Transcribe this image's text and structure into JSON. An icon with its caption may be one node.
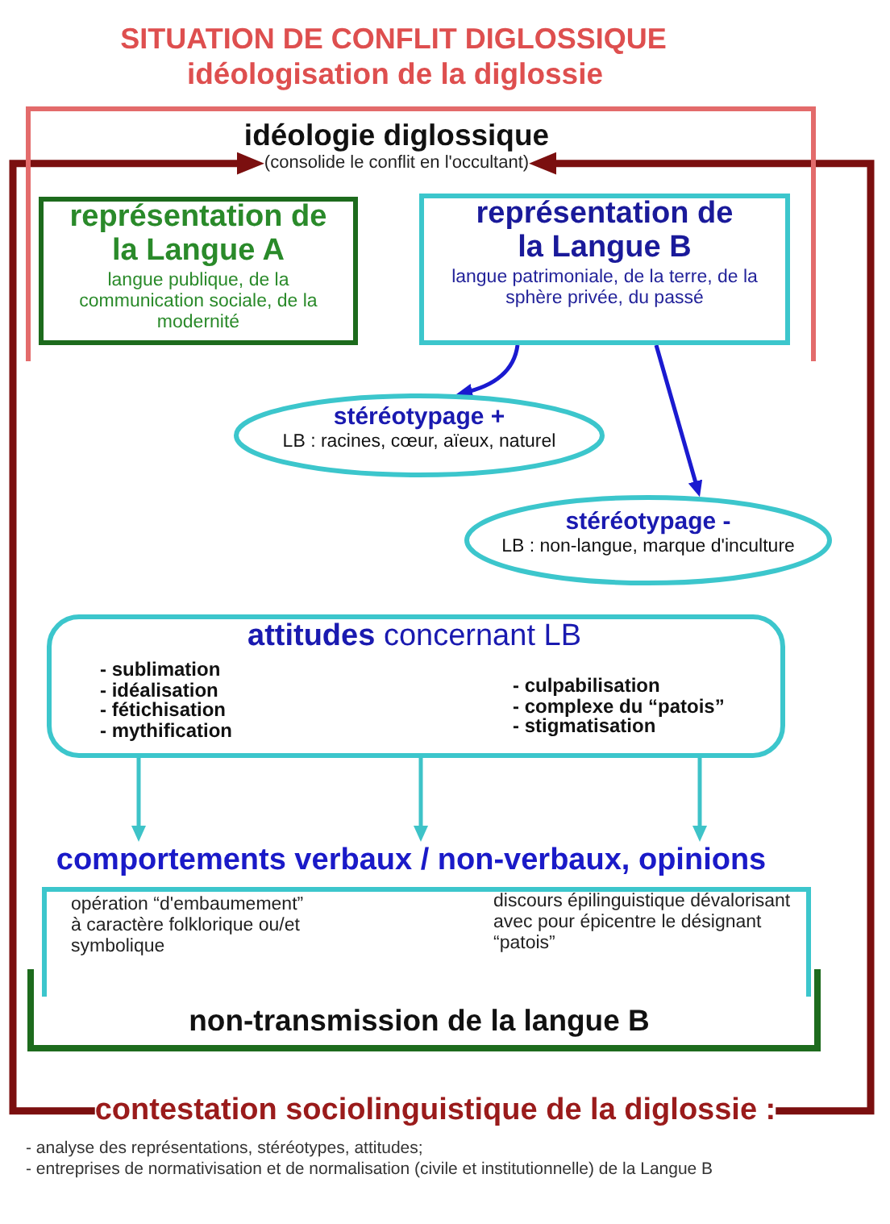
{
  "diagram": {
    "title": "SITUATION DE CONFLIT DIGLOSSIQUE",
    "nodes": [
      {
        "text": [
          "idéologie diglossique",
          "(consolide le conflit en l'occultant)"
        ]
      },
      {
        "text": [
          "représentation de la Langue A",
          "langue publique, de la communication sociale, de la modernité"
        ],
        "in": 0
      },
      {
        "text": [
          "représentation de la Langue B",
          "langue patrimoniale, de la terre, de la sphère privée, du passé"
        ],
        "in": 0
      },
      {
        "text": [
          "stéréotypage +",
          "LB : racines, cœur, aïeux, naturel"
        ]
      },
      {
        "text": [
          "stéréotypage -",
          "LB : non-langue, marque d'inculture"
        ]
      },
      {
        "text": [
          "**attitudes** concernant LB",
          "- sublimation",
          "- idéalisation",
          "- fétichisation",
          "- mythification",
          "- culpabilisation",
          "- complexe du “patois”",
          "- stigmatisation"
        ]
      },
      {
        "text": [
          "comportements verbaux / non-verbaux, opinions",
          "opération “d'embaumement” à caractère folklorique ou/et symbolique",
          "discours épilinguistique dévalorisant avec pour épicentre le désignant “patois”"
        ]
      },
      {
        "text": [
          "non-transmission de la langue B"
        ]
      },
      {
        "text": [
          "contestation sociolinguistique de la diglossie :"
        ]
      }
    ],
    "edges": [
      {
        "from": 2,
        "to": 3,
        "arrow": "to",
        "color": "#1a1ad0"
      },
      {
        "from": 2,
        "to": 4,
        "arrow": "to",
        "color": "#1a1ad0"
      },
      {
        "from": 5,
        "to": 6,
        "arrow": "to"
      },
      {
        "from": 5,
        "to": 6,
        "arrow": "to"
      },
      {
        "from": 5,
        "to": 6,
        "arrow": "to"
      },
      {
        "from": 8,
        "to": 0,
        "arrow": "to",
        "style": "thick",
        "color": "#7b0f0f"
      },
      {
        "from": 8,
        "to": 0,
        "arrow": "to",
        "style": "thick",
        "color": "#7b0f0f"
      }
    ],
    "labels": [
      "idéologisation de la diglossie",
      "- analyse des représentations, stéréotypes, attitudes;",
      "- entreprises de normativisation et de normalisation (civile et institutionnelle) de la Langue B"
    ]
  }
}
